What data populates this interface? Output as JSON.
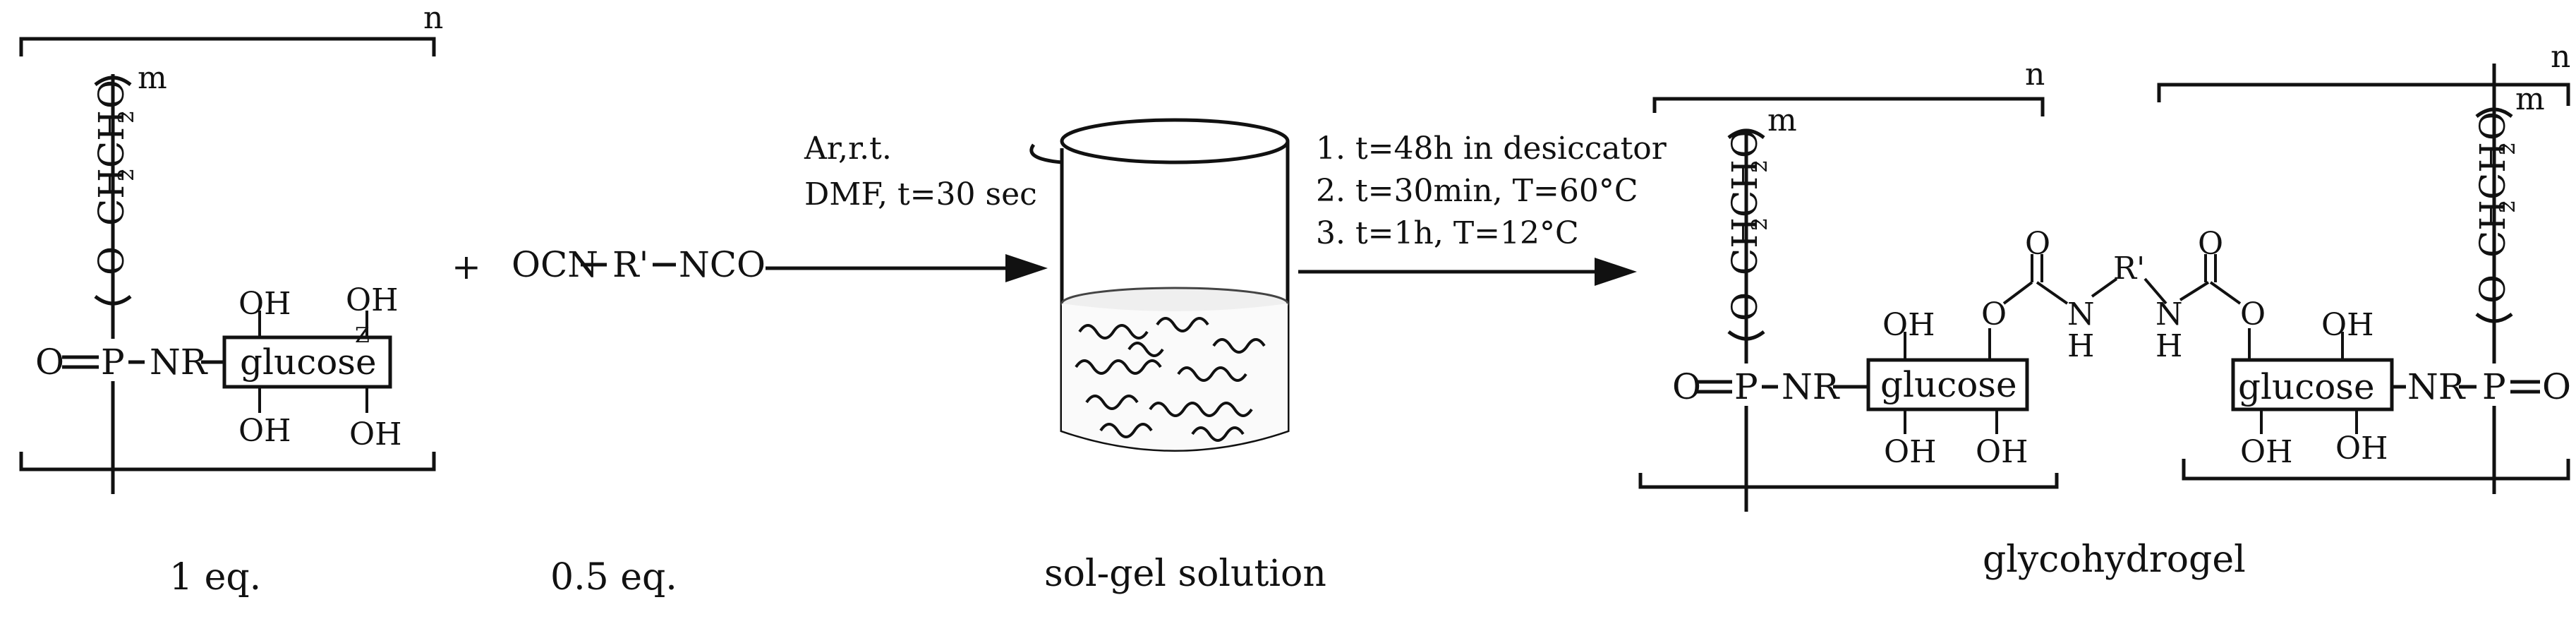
{
  "monomer": {
    "repeat_n": "n",
    "repeat_m": "m",
    "peg_text": "CH",
    "peg_sub1": "2",
    "peg_mid": "CH",
    "peg_sub2": "2",
    "peg_o": "O",
    "o_atom": "O",
    "p_atom": "P",
    "nr": "NR",
    "glucose": "glucose",
    "oh": "OH",
    "z": "Z",
    "eq": "1 eq."
  },
  "plus": "+",
  "crosslinker": {
    "left": "OCN",
    "mid": "R'",
    "right": "NCO",
    "eq": "0.5 eq."
  },
  "step1": {
    "line1": "Ar,r.t.",
    "line2": "DMF, t=30 sec"
  },
  "beaker": {
    "caption": "sol-gel solution"
  },
  "step2": {
    "line1": "1. t=48h in desiccator",
    "line2": "2. t=30min, T=60°C",
    "line3": "3. t=1h, T=12°C"
  },
  "product": {
    "repeat_n": "n",
    "repeat_m": "m",
    "o_atom": "O",
    "p_atom": "P",
    "nr": "NR",
    "glucose": "glucose",
    "oh": "OH",
    "c_o": "O",
    "nh": "N",
    "h": "H",
    "rprime": "R'",
    "caption": "glycohydrogel"
  }
}
